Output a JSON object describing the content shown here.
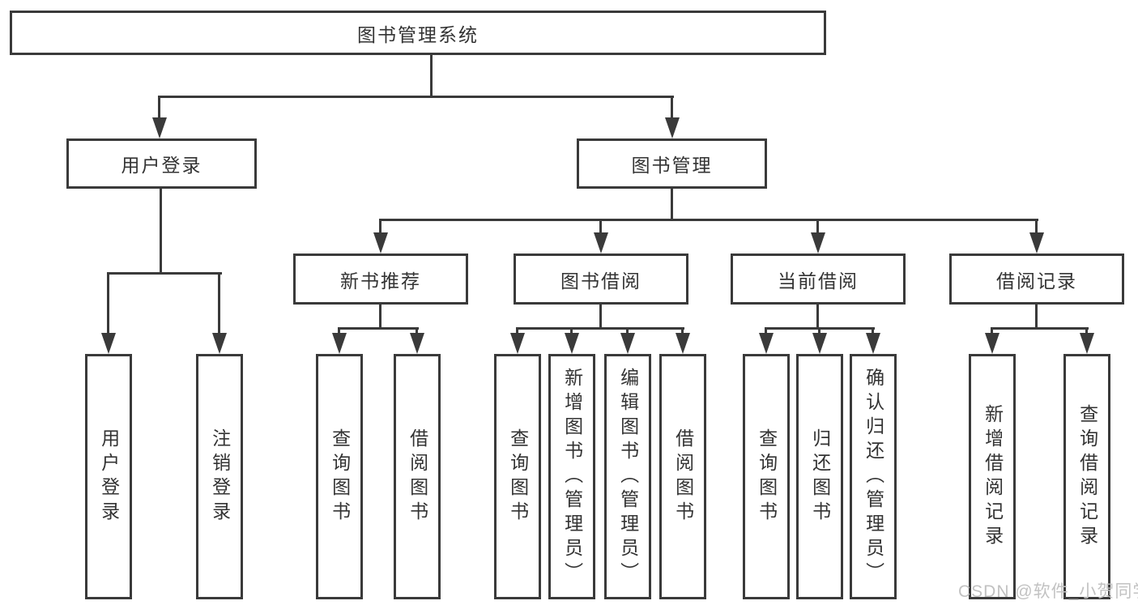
{
  "tree": {
    "root": {
      "label": "图书管理系统",
      "children": [
        {
          "label": "用户登录",
          "children": [
            {
              "label": "用户登录"
            },
            {
              "label": "注销登录"
            }
          ]
        },
        {
          "label": "图书管理",
          "children": [
            {
              "label": "新书推荐",
              "children": [
                {
                  "label": "查询图书"
                },
                {
                  "label": "借阅图书"
                }
              ]
            },
            {
              "label": "图书借阅",
              "children": [
                {
                  "label": "查询图书"
                },
                {
                  "label": "新增图书（管理员）"
                },
                {
                  "label": "编辑图书（管理员）"
                },
                {
                  "label": "借阅图书"
                }
              ]
            },
            {
              "label": "当前借阅",
              "children": [
                {
                  "label": "查询图书"
                },
                {
                  "label": "归还图书"
                },
                {
                  "label": "确认归还（管理员）"
                }
              ]
            },
            {
              "label": "借阅记录",
              "children": [
                {
                  "label": "新增借阅记录"
                },
                {
                  "label": "查询借阅记录"
                }
              ]
            }
          ]
        }
      ]
    }
  },
  "watermark": {
    "text": "CSDN @软件_小贺同学"
  },
  "colors": {
    "line": "#3a3a3a",
    "box_border": "#3a3a3a",
    "text": "#333333",
    "watermark": "#c2c2c2",
    "background": "#ffffff"
  }
}
